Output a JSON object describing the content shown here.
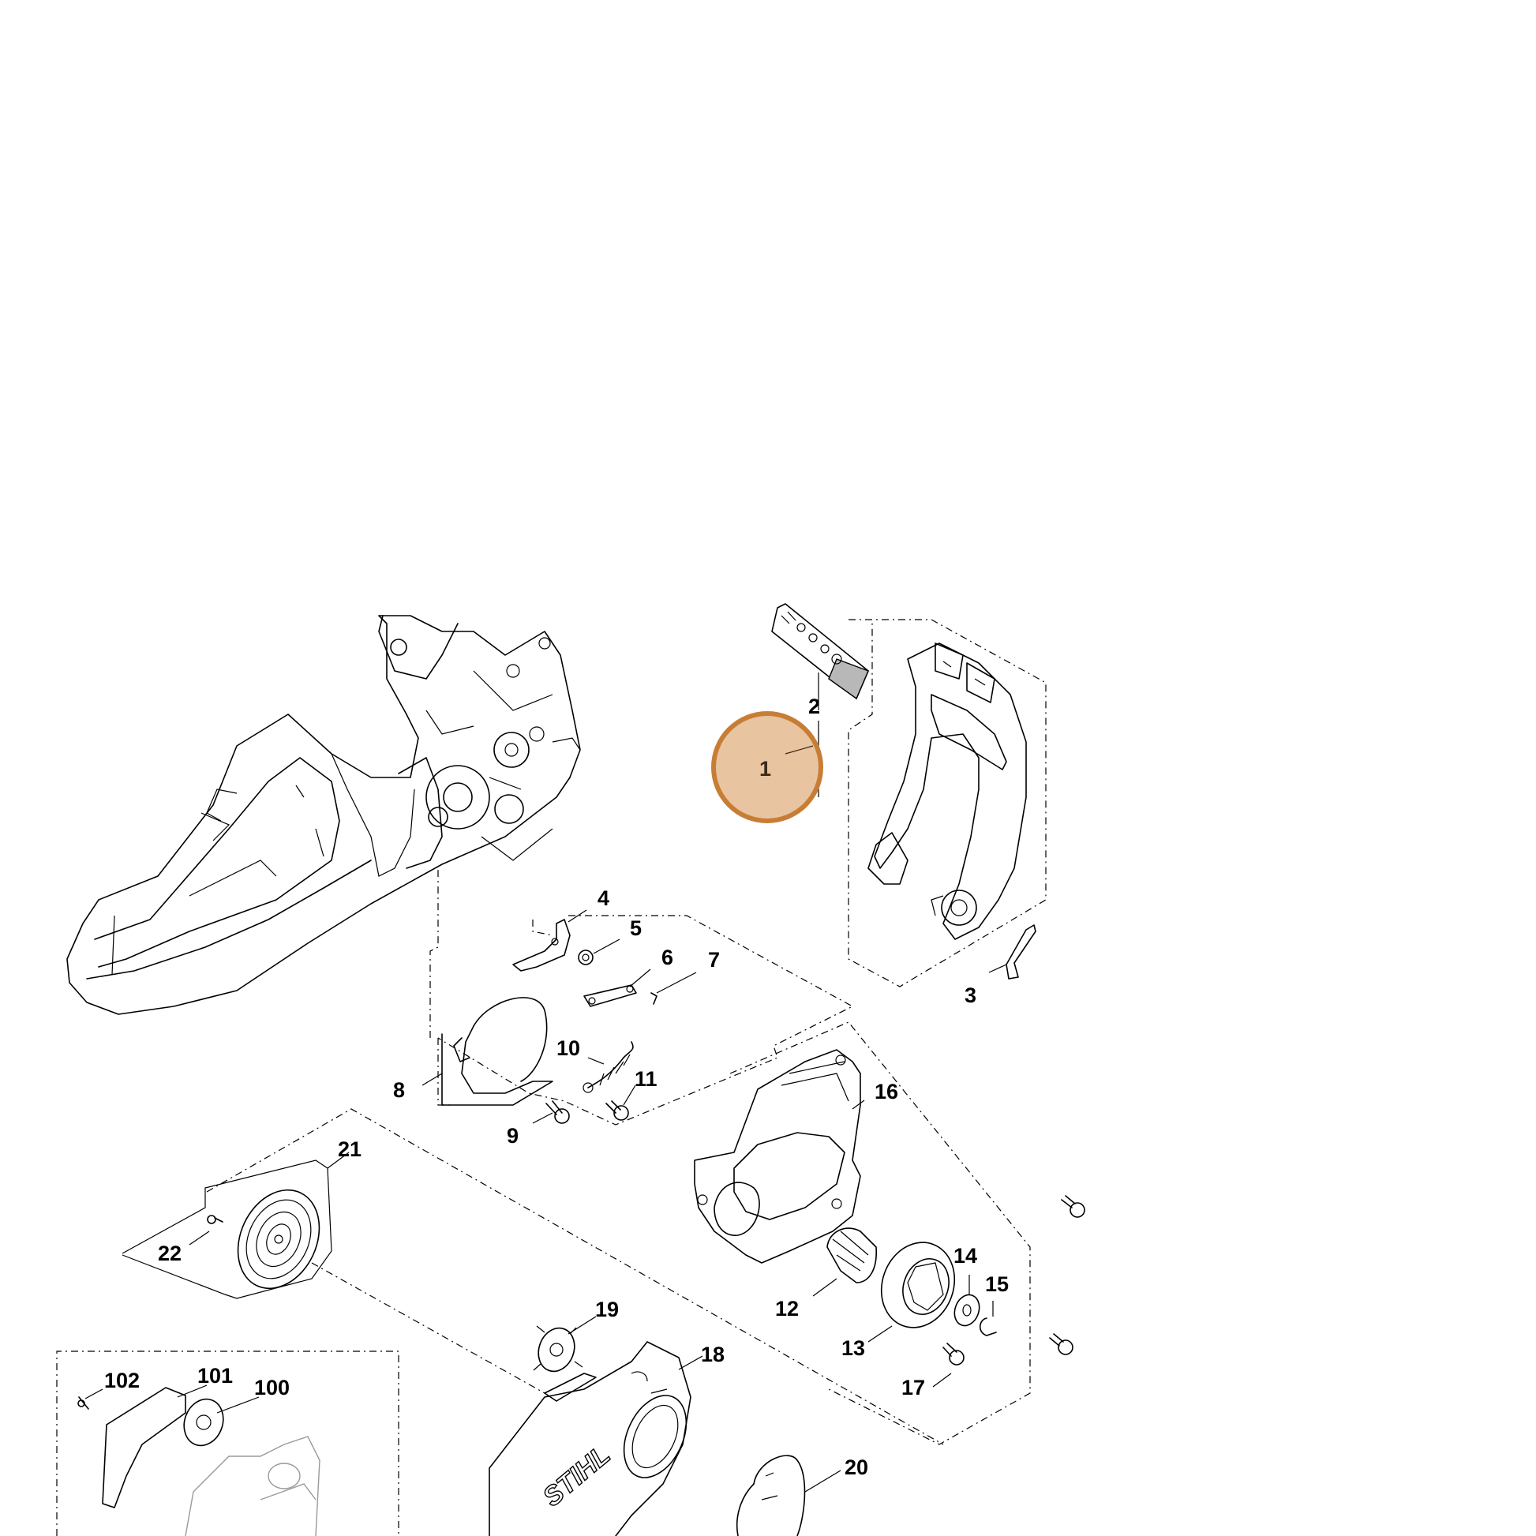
{
  "highlight": {
    "part": "1",
    "fill": "#e8c4a0",
    "stroke": "#c87d36"
  },
  "callouts": [
    {
      "id": "c1",
      "label": "1"
    },
    {
      "id": "c2",
      "label": "2"
    },
    {
      "id": "c3",
      "label": "3"
    },
    {
      "id": "c4",
      "label": "4"
    },
    {
      "id": "c5",
      "label": "5"
    },
    {
      "id": "c6",
      "label": "6"
    },
    {
      "id": "c7",
      "label": "7"
    },
    {
      "id": "c8",
      "label": "8"
    },
    {
      "id": "c9",
      "label": "9"
    },
    {
      "id": "c10",
      "label": "10"
    },
    {
      "id": "c11",
      "label": "11"
    },
    {
      "id": "c12",
      "label": "12"
    },
    {
      "id": "c13",
      "label": "13"
    },
    {
      "id": "c14",
      "label": "14"
    },
    {
      "id": "c15",
      "label": "15"
    },
    {
      "id": "c16",
      "label": "16"
    },
    {
      "id": "c17",
      "label": "17"
    },
    {
      "id": "c18",
      "label": "18"
    },
    {
      "id": "c19",
      "label": "19"
    },
    {
      "id": "c20",
      "label": "20"
    },
    {
      "id": "c21",
      "label": "21"
    },
    {
      "id": "c22",
      "label": "22"
    },
    {
      "id": "c100",
      "label": "100"
    },
    {
      "id": "c101",
      "label": "101"
    },
    {
      "id": "c102",
      "label": "102"
    }
  ],
  "brand": {
    "cover_logo": "STIHL"
  }
}
